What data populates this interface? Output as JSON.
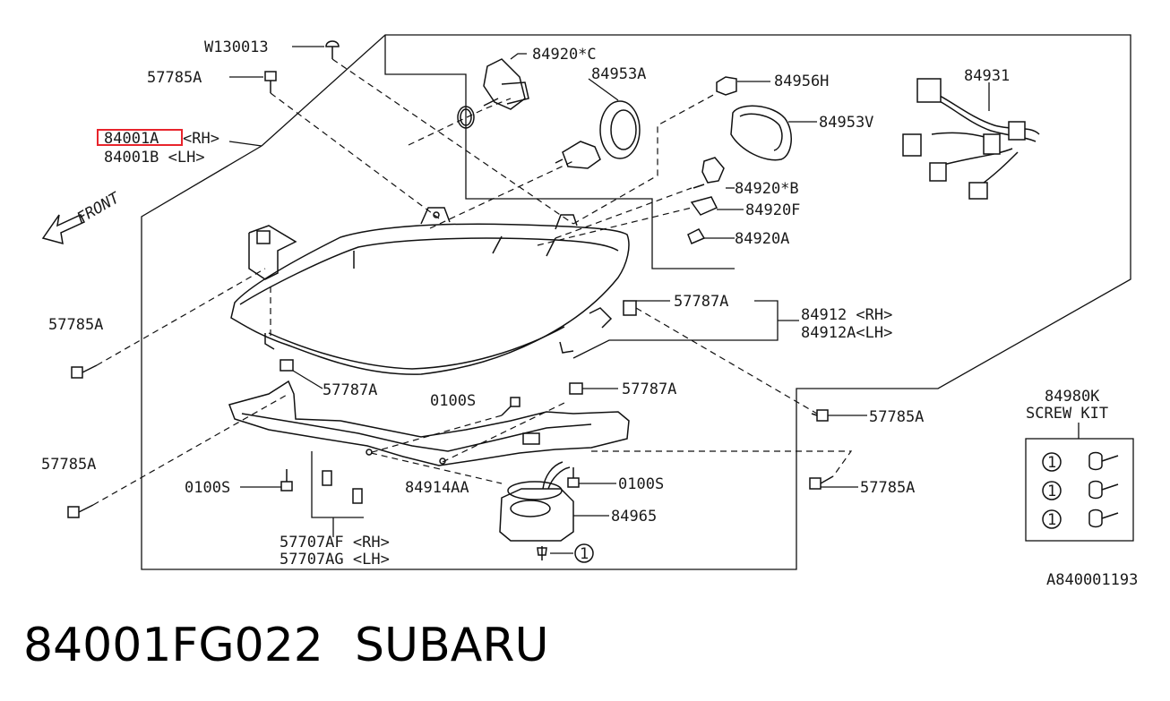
{
  "diagram": {
    "ref_code": "A840001193",
    "front_label": "FRONT",
    "callouts": {
      "w130013": "W130013",
      "p57785a_top": "57785A",
      "p84001a": "84001A",
      "p84001a_side": "<RH>",
      "p84001b": "84001B <LH>",
      "p84920c": "84920*C",
      "p84953a": "84953A",
      "p84956h": "84956H",
      "p84931": "84931",
      "p84953v": "84953V",
      "p84920b": "84920*B",
      "p84920f": "84920F",
      "p84920a": "84920A",
      "p57787a_right": "57787A",
      "p84912": "84912 <RH>",
      "p84912a": "84912A<LH>",
      "p57785a_left": "57785A",
      "p57787a_mid": "57787A",
      "p0100s_mid": "0100S",
      "p57787a_low": "57787A",
      "p57785a_right": "57785A",
      "p57785a_lowleft": "57785A",
      "p0100s_left": "0100S",
      "p84914aa": "84914AA",
      "p0100s_right": "0100S",
      "p57785a_lowright": "57785A",
      "p84965": "84965",
      "p57707af": "57707AF <RH>",
      "p57707ag": "57707AG <LH>",
      "ref_1": "1"
    },
    "screw_kit": {
      "part": "84980K",
      "title": "SCREW KIT",
      "items": [
        "1",
        "1",
        "1"
      ]
    }
  },
  "caption": {
    "part_number": "84001FG022",
    "brand": "SUBARU"
  },
  "highlight_color": "#e8242c"
}
